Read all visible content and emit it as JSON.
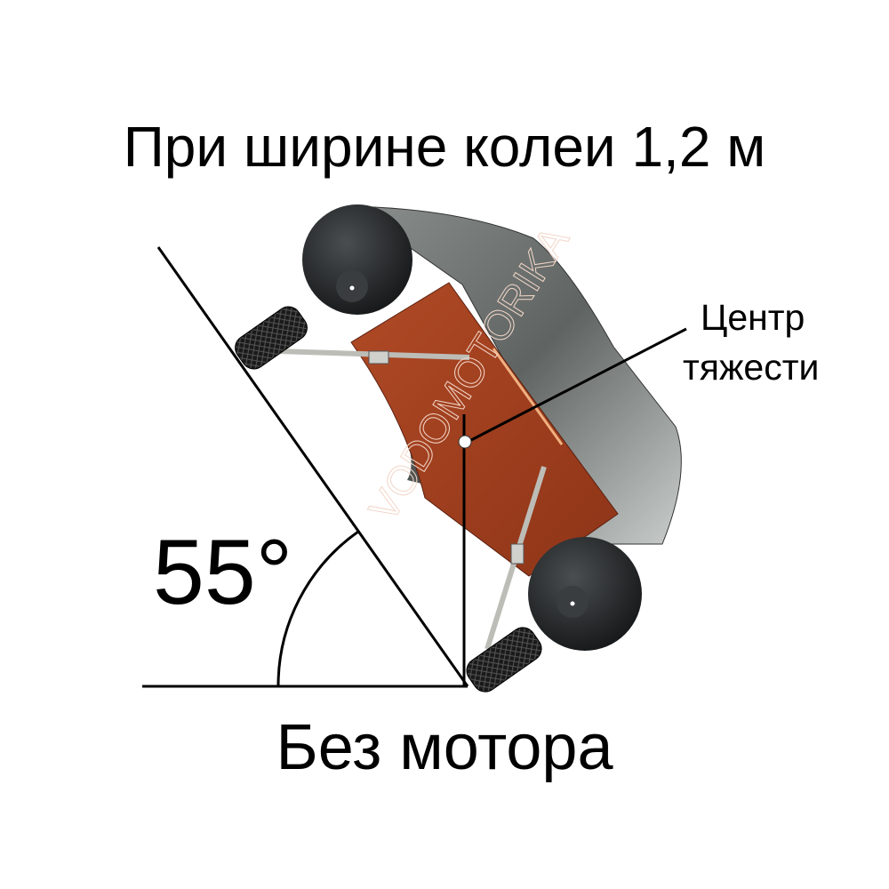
{
  "title": "При ширине колеи 1,2 м",
  "angle_label": "55°",
  "angle_value_deg": 55,
  "center_of_gravity_label": [
    "Центр",
    "тяжести"
  ],
  "bottom_label": "Без мотора",
  "watermark": "VODOMOTORIKA",
  "colors": {
    "hull": "#6f7472",
    "tube_end": "#2c2f30",
    "floor": "#a3401f",
    "lines": "#000000"
  }
}
